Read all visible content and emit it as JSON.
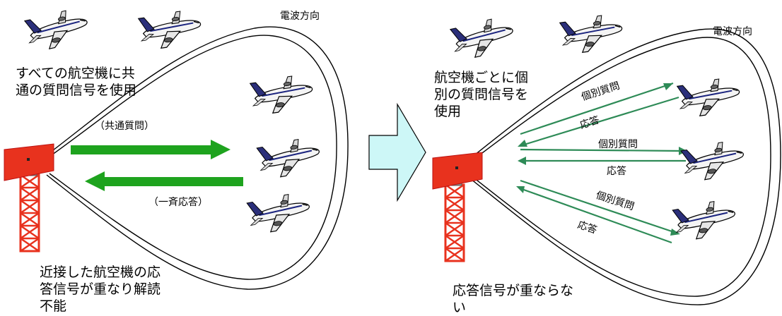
{
  "left_panel": {
    "wave_direction": "電波方向",
    "caption_top": "すべての航空機に共\n通の質問信号を使用",
    "interrogation_label": "（共通質問）",
    "reply_label": "（一斉応答）",
    "caption_bottom": "近接した航空機の応\n答信号が重なり解読\n不能",
    "colors": {
      "arrow": "#1ea31e",
      "radar": "#e8321e",
      "tower": "#e8321e"
    }
  },
  "transition_arrow": {
    "color_fill": "#cdf7f7"
  },
  "right_panel": {
    "wave_direction": "電波方向",
    "caption_top": "航空機ごとに個\n別の質問信号を\n使用",
    "caption_bottom": "応答信号が重ならな\nい",
    "links": [
      {
        "interrogation": "個別質問",
        "reply": "応答"
      },
      {
        "interrogation": "個別質問",
        "reply": "応答"
      },
      {
        "interrogation": "個別質問",
        "reply": "応答"
      }
    ],
    "colors": {
      "arrow": "#2e8b57"
    }
  },
  "icons": {
    "aircraft": "airplane-icon",
    "radar": "radar-antenna-icon",
    "tower": "lattice-tower-icon"
  }
}
